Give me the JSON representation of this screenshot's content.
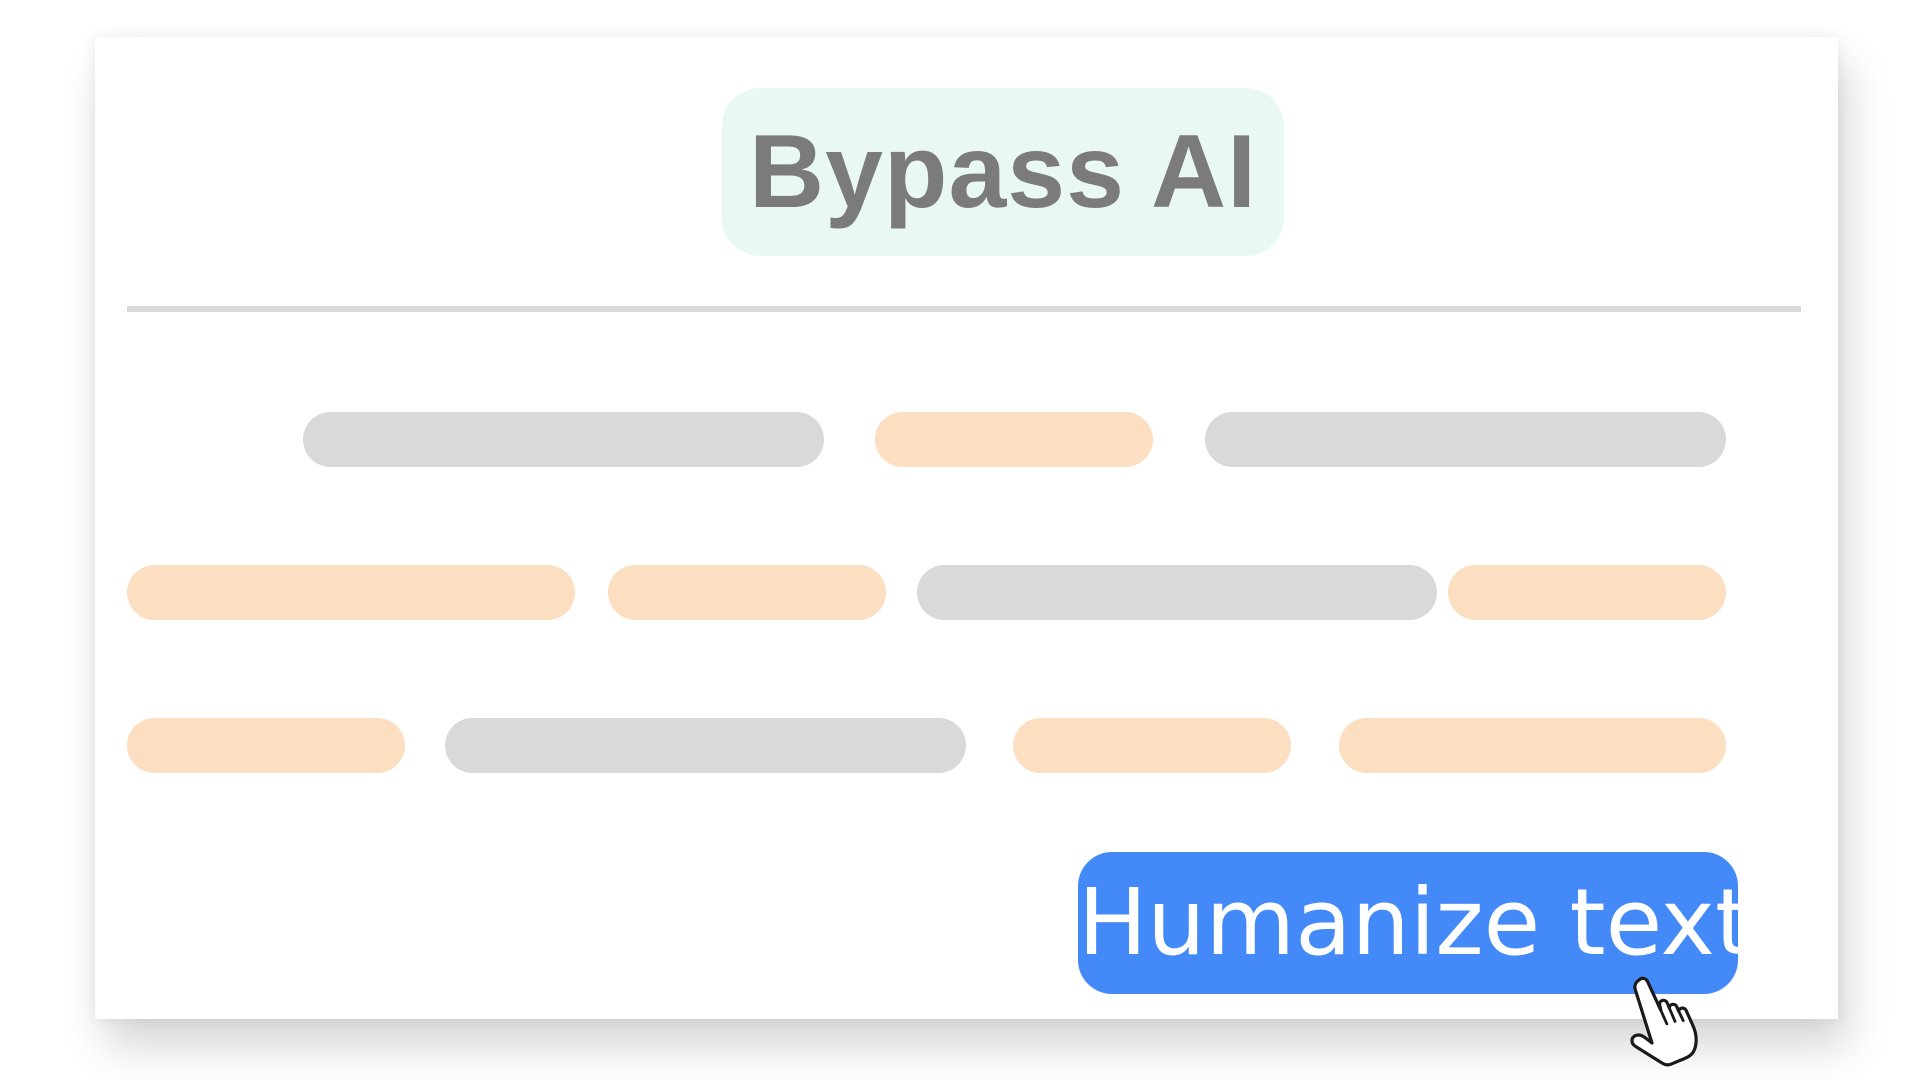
{
  "title": "Bypass AI",
  "action_button_label": "Humanize text",
  "icons": {
    "cursor": "hand-pointer-icon"
  },
  "colors": {
    "title_pill_bg": "#e9f9f1",
    "title_text": "#7b7b7b",
    "button_bg": "#4489f8",
    "button_text": "#ffffff",
    "placeholder_gray": "#d9d9d9",
    "placeholder_highlight": "#fcdec0"
  },
  "text_lines": [
    {
      "segments": [
        "plain",
        "highlighted",
        "plain"
      ]
    },
    {
      "segments": [
        "highlighted",
        "highlighted",
        "plain",
        "highlighted"
      ]
    },
    {
      "segments": [
        "highlighted",
        "plain",
        "highlighted",
        "highlighted"
      ]
    }
  ]
}
